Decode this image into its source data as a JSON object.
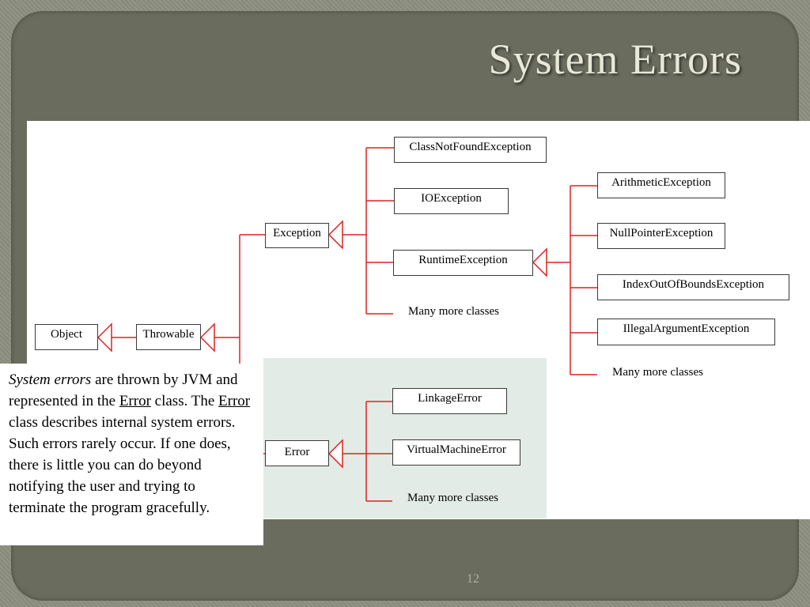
{
  "title": "System Errors",
  "page_number": "12",
  "colors": {
    "line": "#dd2222",
    "slide": "#6a6c5e",
    "panel": "#e3ebe6"
  },
  "nodes": {
    "object": "Object",
    "throwable": "Throwable",
    "exception": "Exception",
    "error": "Error",
    "class_not_found": "ClassNotFoundException",
    "io": "IOException",
    "runtime": "RuntimeException",
    "many_exception": "Many more classes",
    "arithmetic": "ArithmeticException",
    "null_pointer": "NullPointerException",
    "index_out_of_bounds": "IndexOutOfBoundsException",
    "illegal_argument": "IllegalArgumentException",
    "many_runtime": "Many more classes",
    "linkage": "LinkageError",
    "virtual_machine": "VirtualMachineError",
    "many_error": "Many more classes"
  },
  "description": {
    "term": "System errors",
    "t1": " are thrown by JVM and represented in the ",
    "error1": "Error",
    "t2": " class. The ",
    "error2": "Error",
    "t3": " class describes internal system errors. Such errors rarely occur. If one does, there is little you can do beyond notifying the user and trying to terminate the program gracefully."
  }
}
